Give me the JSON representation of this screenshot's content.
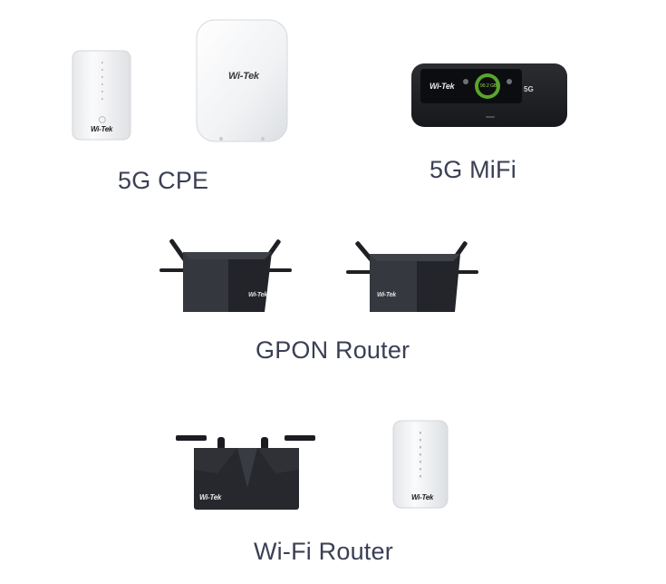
{
  "brand_text": "Wi-Tek",
  "categories": {
    "cpe": {
      "label": "5G CPE"
    },
    "mifi": {
      "label": "5G MiFi",
      "screen_center": "90.2 GB",
      "screen_badge": "5G"
    },
    "gpon": {
      "label": "GPON Router"
    },
    "wifi": {
      "label": "Wi-Fi Router"
    }
  },
  "colors": {
    "label_text": "#3a3f55",
    "device_white": "#f4f5f6",
    "device_black": "#2a2c31",
    "screen_accent": "#9be34a"
  }
}
